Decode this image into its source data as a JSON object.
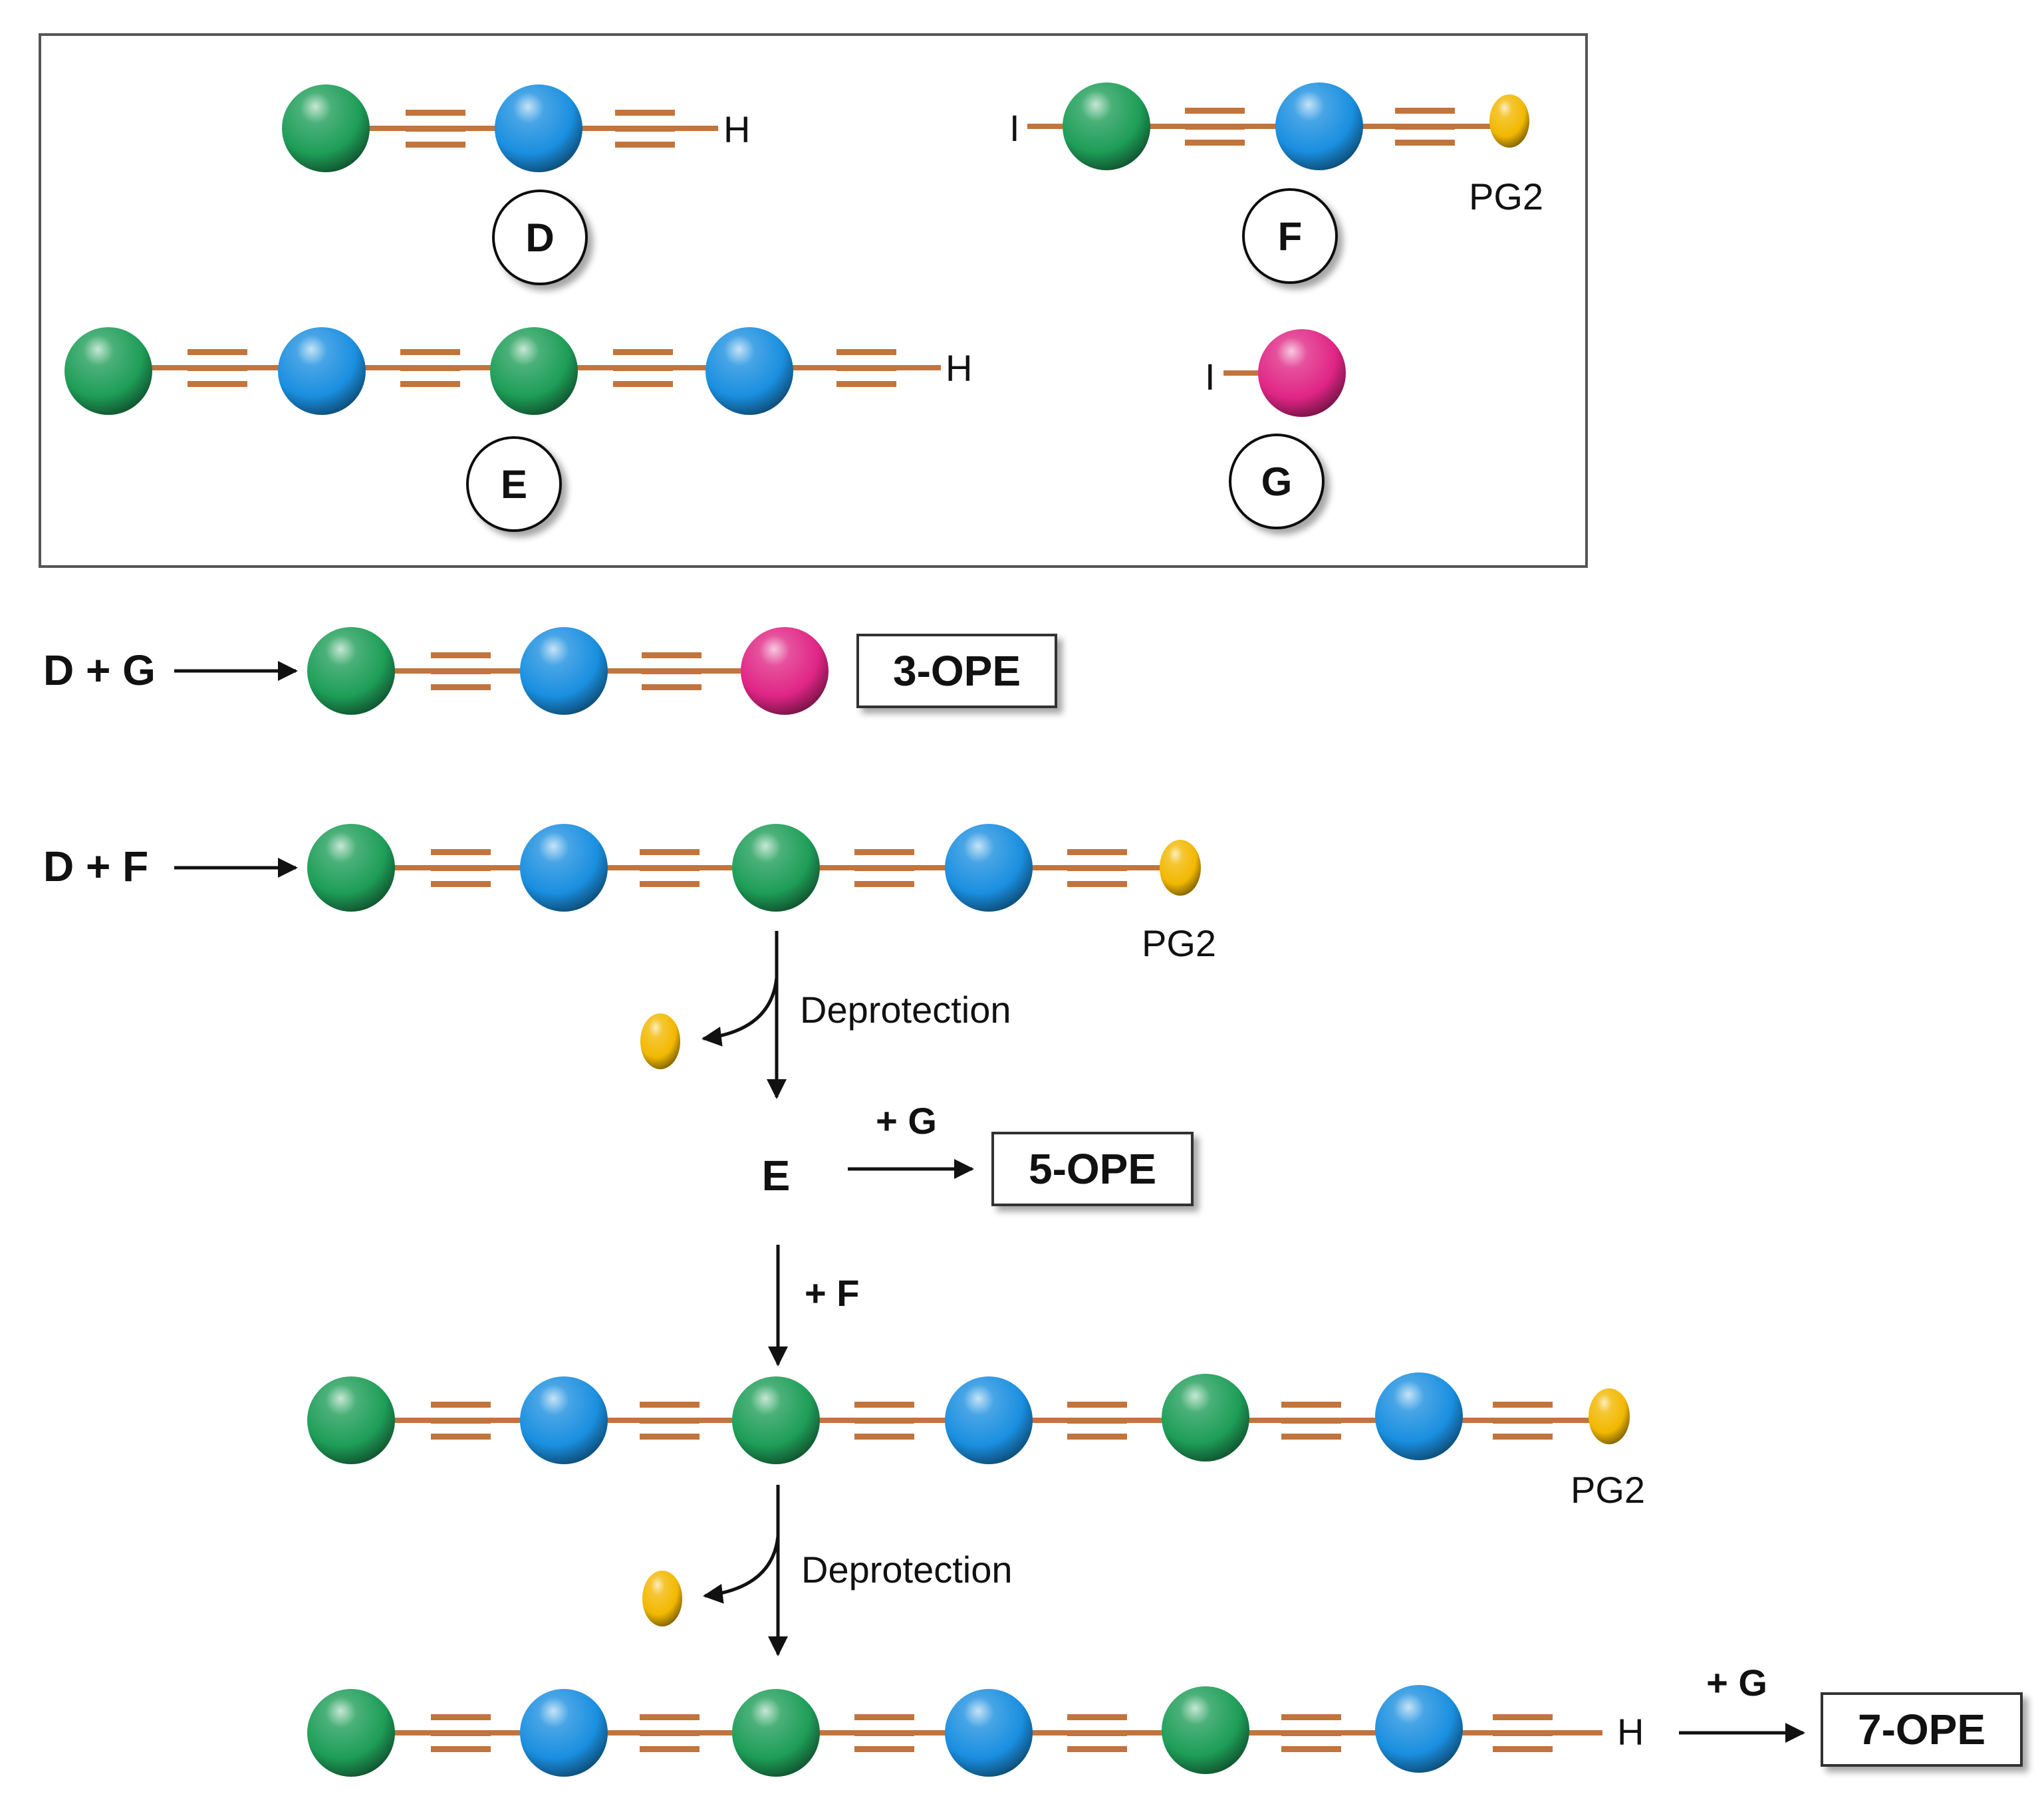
{
  "colors": {
    "green": "#1e9e58",
    "blue": "#1a8fe0",
    "pink": "#e02585",
    "gold": "#f2b800",
    "bond": "#c2743c",
    "frame": "#555555",
    "text": "#111111"
  },
  "legend": {
    "molecules": [
      {
        "id": "D",
        "label": "D",
        "chain": [
          "green",
          "blue"
        ],
        "left_end": "",
        "right_end": "H"
      },
      {
        "id": "F",
        "label": "F",
        "chain": [
          "green",
          "blue"
        ],
        "left_end": "I",
        "right_end": "PG2"
      },
      {
        "id": "E",
        "label": "E",
        "chain": [
          "green",
          "blue",
          "green",
          "blue"
        ],
        "left_end": "",
        "right_end": "H"
      },
      {
        "id": "G",
        "label": "G",
        "chain": [
          "pink"
        ],
        "left_end": "I",
        "right_end": ""
      }
    ]
  },
  "scheme": {
    "row1": {
      "reactants": "D + G",
      "product_label": "3-OPE",
      "chain": [
        "green",
        "blue",
        "pink"
      ]
    },
    "row2": {
      "reactants": "D + F",
      "chain": [
        "green",
        "blue",
        "green",
        "blue"
      ],
      "end_label": "PG2"
    },
    "step1": {
      "label": "Deprotection"
    },
    "intermediate": {
      "label": "E",
      "reagent": "+ G",
      "product_label": "5-OPE"
    },
    "step2": {
      "reagent": "+ F"
    },
    "row3": {
      "chain": [
        "green",
        "blue",
        "green",
        "blue",
        "green",
        "blue"
      ],
      "end_label": "PG2"
    },
    "step3": {
      "label": "Deprotection"
    },
    "row4": {
      "chain": [
        "green",
        "blue",
        "green",
        "blue",
        "green",
        "blue"
      ],
      "end_label": "H",
      "reagent": "+ G",
      "product_label": "7-OPE"
    }
  }
}
